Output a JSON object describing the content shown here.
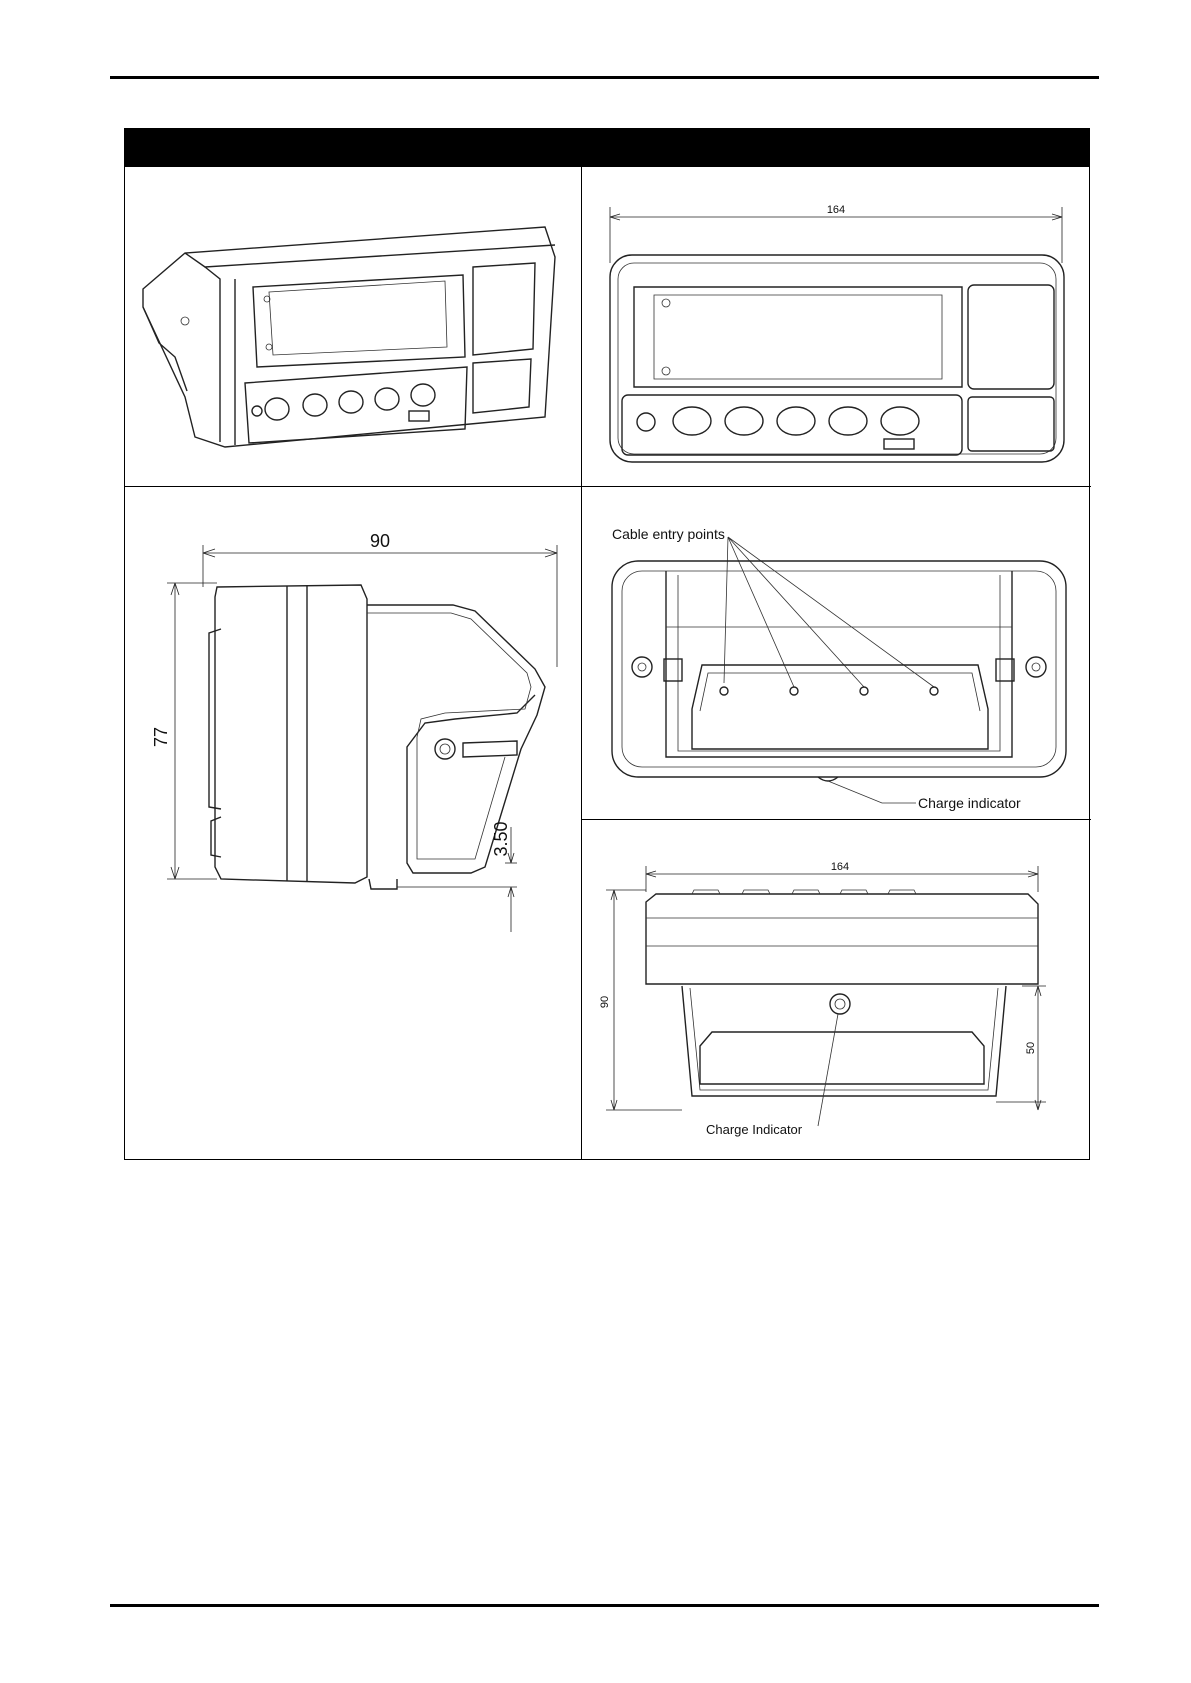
{
  "table": {
    "header_text": ""
  },
  "drawings": {
    "isometric": {},
    "front": {
      "width_label": "164"
    },
    "side": {
      "width_label": "90",
      "height_label": "77",
      "offset_label": "3.50"
    },
    "rear": {
      "cable_label": "Cable entry points",
      "charge_label": "Charge indicator"
    },
    "top": {
      "width_label": "164",
      "depth_label": "90",
      "bracket_label": "50",
      "charge_label": "Charge Indicator"
    }
  }
}
